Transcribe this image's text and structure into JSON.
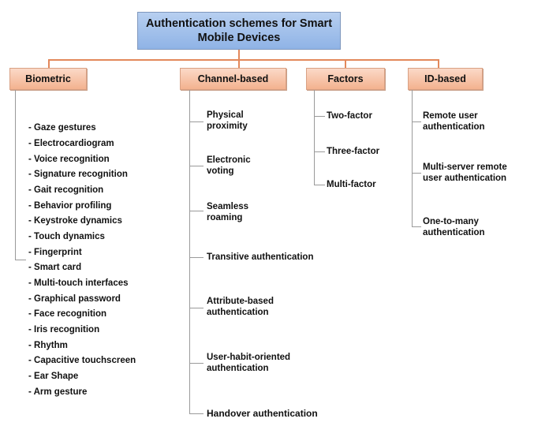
{
  "title": "Authentication schemes for Smart Mobile Devices",
  "colors": {
    "root_fill": "#9dbde9",
    "category_fill": "#f6c1a4",
    "connector": "#e3885b",
    "branch_line": "#9a9a9a"
  },
  "categories": [
    {
      "label": "Biometric"
    },
    {
      "label": "Channel-based"
    },
    {
      "label": "Factors"
    },
    {
      "label": "ID-based"
    }
  ],
  "biometric_items": [
    "- Gaze gestures",
    "- Electrocardiogram",
    "- Voice recognition",
    "- Signature recognition",
    "- Gait recognition",
    "- Behavior profiling",
    "- Keystroke dynamics",
    "- Touch dynamics",
    "- Fingerprint",
    "- Smart card",
    "- Multi-touch interfaces",
    "- Graphical password",
    "- Face recognition",
    "- Iris recognition",
    "- Rhythm",
    "- Capacitive touchscreen",
    "- Ear Shape",
    "- Arm gesture"
  ],
  "channel_items": [
    [
      "Physical",
      "proximity"
    ],
    [
      "Electronic",
      "voting"
    ],
    [
      "Seamless",
      "roaming"
    ],
    [
      "Transitive authentication"
    ],
    [
      "Attribute-based",
      "authentication"
    ],
    [
      "User-habit-oriented",
      "authentication"
    ],
    [
      "Handover authentication"
    ]
  ],
  "factor_items": [
    "Two-factor",
    "Three-factor",
    "Multi-factor"
  ],
  "id_items": [
    [
      "Remote user",
      "authentication"
    ],
    [
      "Multi-server remote",
      "user authentication"
    ],
    [
      "One-to-many",
      "authentication"
    ]
  ]
}
